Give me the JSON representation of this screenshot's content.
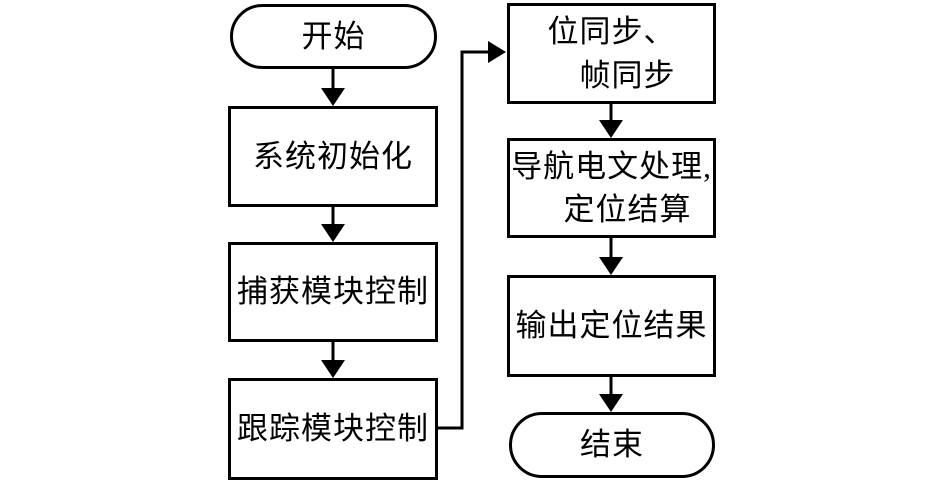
{
  "diagram": {
    "title": "receiver-software-flowchart",
    "background_color": "#ffffff",
    "stroke_color": "#000000",
    "text_color": "#000000",
    "nodes": [
      {
        "id": "start",
        "type": "terminator",
        "label": "开始"
      },
      {
        "id": "system-init",
        "type": "process",
        "label": "系统初始化"
      },
      {
        "id": "acquisition-control",
        "type": "process",
        "label": "捕获模块控制"
      },
      {
        "id": "tracking-control",
        "type": "process",
        "label": "跟踪模块控制"
      },
      {
        "id": "bit-frame-sync",
        "type": "process",
        "label": "位同步、\n　帧同步"
      },
      {
        "id": "nav-message-processing",
        "type": "process",
        "label": "导航电文处理,\n　定位结算"
      },
      {
        "id": "output-result",
        "type": "process",
        "label": "输出定位结果"
      },
      {
        "id": "end",
        "type": "terminator",
        "label": "结束"
      }
    ],
    "edges": [
      {
        "from": "start",
        "to": "system-init",
        "style": "straight-arrow"
      },
      {
        "from": "system-init",
        "to": "acquisition-control",
        "style": "straight-arrow"
      },
      {
        "from": "acquisition-control",
        "to": "tracking-control",
        "style": "straight-arrow"
      },
      {
        "from": "tracking-control",
        "to": "bit-frame-sync",
        "style": "elbow-arrow"
      },
      {
        "from": "bit-frame-sync",
        "to": "nav-message-processing",
        "style": "straight-arrow"
      },
      {
        "from": "nav-message-processing",
        "to": "output-result",
        "style": "straight-arrow"
      },
      {
        "from": "output-result",
        "to": "end",
        "style": "straight-arrow"
      }
    ]
  }
}
